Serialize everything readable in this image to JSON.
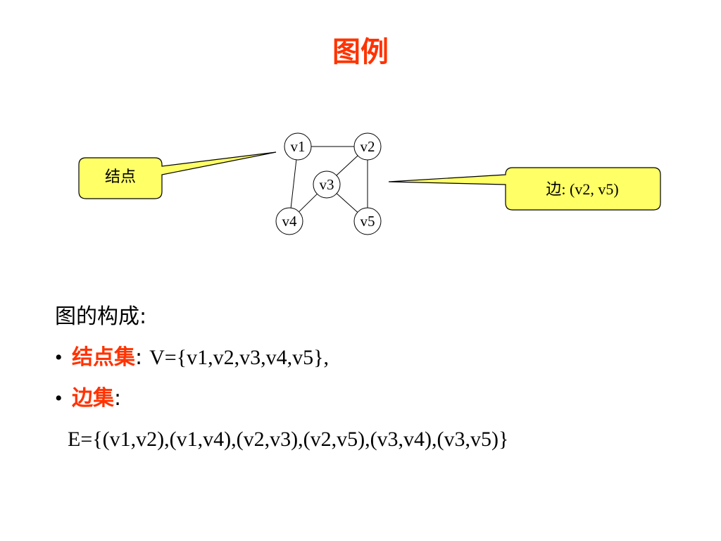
{
  "title": "图例",
  "graph": {
    "nodes": [
      {
        "id": "v1",
        "label": "v1"
      },
      {
        "id": "v2",
        "label": "v2"
      },
      {
        "id": "v3",
        "label": "v3"
      },
      {
        "id": "v4",
        "label": "v4"
      },
      {
        "id": "v5",
        "label": "v5"
      }
    ],
    "edges": [
      [
        "v1",
        "v2"
      ],
      [
        "v1",
        "v4"
      ],
      [
        "v2",
        "v3"
      ],
      [
        "v2",
        "v5"
      ],
      [
        "v3",
        "v4"
      ],
      [
        "v3",
        "v5"
      ]
    ]
  },
  "callouts": {
    "node": "结点",
    "edge_label": "边",
    "edge_value": ": (v2, v5)"
  },
  "composition": {
    "heading": "图的构成:",
    "bullet": "•",
    "node_set_term": "结点集",
    "node_set_colon": ":",
    "node_set_value": "V={v1,v2,v3,v4,v5},",
    "edge_set_term": "边集",
    "edge_set_colon": ":",
    "edge_set_value": "E={(v1,v2),(v1,v4),(v2,v3),(v2,v5),(v3,v4),(v3,v5)}"
  },
  "colors": {
    "accent_red": "#ff3300",
    "callout_fill": "#ffff66"
  }
}
